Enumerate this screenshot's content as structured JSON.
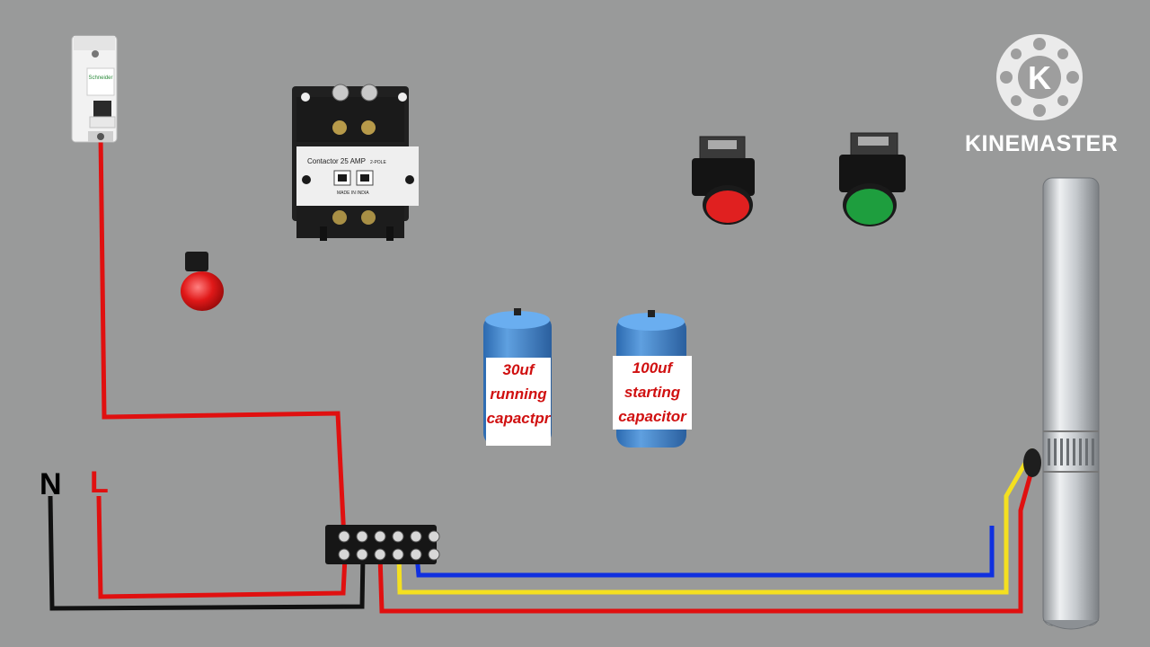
{
  "labels": {
    "neutral": "N",
    "live": "L"
  },
  "contactor": {
    "title": "Contactor 25 AMP",
    "poles": "2-POLE",
    "origin": "MADE IN INDIA"
  },
  "breaker": {
    "brand": "Schneider"
  },
  "capacitors": [
    {
      "lines": [
        "30uf",
        "running",
        "capactpr"
      ]
    },
    {
      "lines": [
        "100uf",
        "starting",
        "capacitor"
      ]
    }
  ],
  "watermark": {
    "text": "KINEMASTER",
    "letter": "K"
  },
  "colors": {
    "background": "#999a9a",
    "live_wire": "#e01010",
    "neutral_wire": "#111111",
    "blue_wire": "#1030e0",
    "yellow_wire": "#f4e020",
    "red_button": "#e02020",
    "green_button": "#1e9e3e",
    "capacitor": "#3f83c8"
  }
}
